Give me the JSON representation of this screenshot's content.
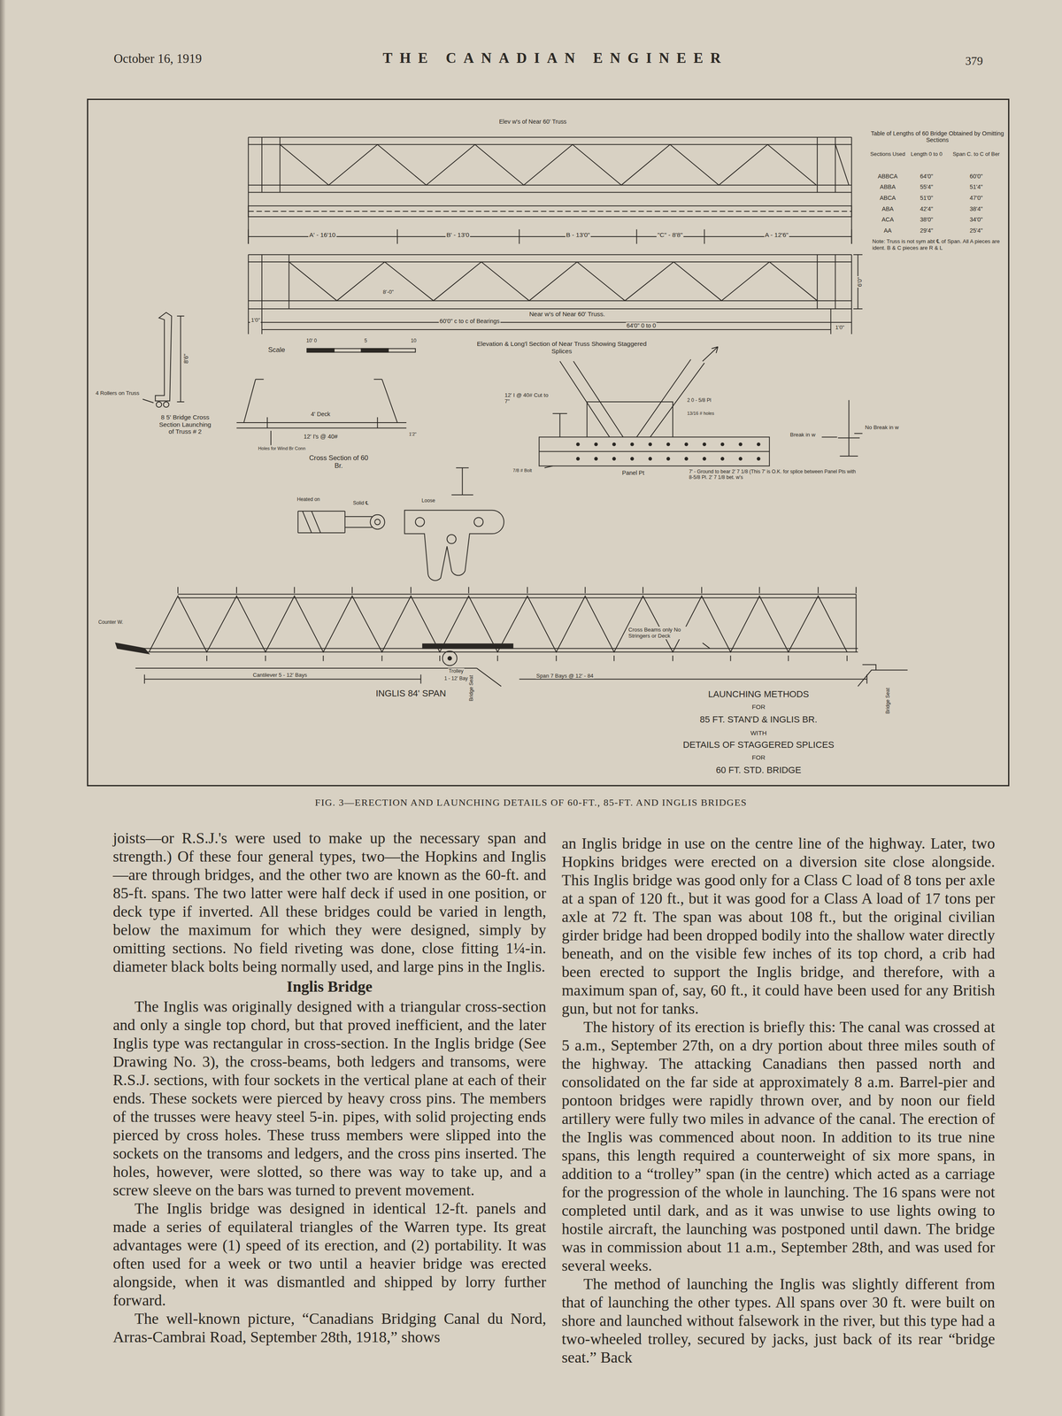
{
  "diagram": {
    "caption": "FIG. 3—ERECTION AND LAUNCHING DETAILS OF 60-FT., 85-FT. AND INGLIS BRIDGES",
    "labels": [
      "October 16, 1919",
      "THE CANADIAN ENGINEER",
      "379",
      "Elev w's of Near 60' Truss",
      "A' - 16'10",
      "B' - 13'0",
      "B - 13'0\"",
      "\"C\" - 8'8\"",
      "A - 12'6\"",
      "8'-0\"",
      "6'0\"",
      "Near w's of Near 60' Truss.",
      "1'0\"",
      "60'0\" c to c of Bearings",
      "64'0\" 0 to 0",
      "1'0\"",
      "Scale",
      "10' 0",
      "5",
      "10",
      "Elevation & Long'l Section of Near Truss Showing Staggered Splices",
      "Table of Lengths of 60 Bridge Obtained by Omitting Sections",
      "Sections Used",
      "Length 0 to 0",
      "Span C. to C of Ber",
      "ABBCA",
      "64'0\"",
      "60'0\"",
      "ABBA",
      "55'4\"",
      "51'4\"",
      "ABCA",
      "51'0\"",
      "47'0\"",
      "ABA",
      "42'4\"",
      "38'4\"",
      "ACA",
      "38'0\"",
      "34'0\"",
      "AA",
      "29'4\"",
      "25'4\"",
      "Note: Truss is not sym abt ℄ of Span. All A pieces are ident. B & C pieces are R & L",
      "8'6\"",
      "4 Rollers on Truss",
      "8 5' Bridge Cross Section Launching of Truss # 2",
      "4' Deck",
      "1'2\"",
      "12' I's @ 40#",
      "Holes for Wind Br Conn",
      "Cross Section of 60 Br.",
      "12' I @ 40# Cut to 7\"",
      "2 0 - 5/8 Pl",
      "13/16 # holes",
      "7/8 # Bolt",
      "Panel Pt",
      "7' - Ground to bear 2' 7 1/8 (This 7' is O.K. for splice between Panel Pts with 8-5/8 Pl. 2' 7 1/8 bet. w's",
      "Break in w",
      "No Break in w",
      "Heated on",
      "Solid ℄",
      "Loose",
      "Counter W.",
      "Cantilever 5 - 12' Bays",
      "Trolley",
      "1 - 12' Bay",
      "Bridge Seat",
      "Span 7 Bays @ 12' - 84",
      "Cross Beams only No Stringers or Deck",
      "INGLIS 84' SPAN",
      "Bridge Seat",
      "LAUNCHING METHODS",
      "FOR",
      "85 FT. STAN'D & INGLIS BR.",
      "WITH",
      "DETAILS OF STAGGERED SPLICES",
      "FOR",
      "60 FT. STD. BRIDGE",
      "joists—or R.S.J.'s were used to make up the necessary span and strength.) Of these four general types, two—the Hopkins and Inglis—are through bridges, and the other two are known as the 60-ft. and 85-ft. spans. The two latter were half deck if used in one position, or deck type if inverted. All these bridges could be varied in length, below the maximum for which they were designed, simply by omitting sections. No field riveting was done, close fitting 1¼-in. diameter black bolts being normally used, and large pins in the Inglis.",
      "Inglis Bridge",
      "The Inglis was originally designed with a triangular cross-section and only a single top chord, but that proved inefficient, and the later Inglis type was rectangular in cross-section. In the Inglis bridge (See Drawing No. 3), the cross-beams, both ledgers and transoms, were R.S.J. sections, with four sockets in the vertical plane at each of their ends. These sockets were pierced by heavy cross pins. The members of the trusses were heavy steel 5-in. pipes, with solid projecting ends pierced by cross holes. These truss members were slipped into the sockets on the transoms and ledgers, and the cross pins inserted. The holes, however, were slotted, so there was way to take up, and a screw sleeve on the bars was turned to prevent movement.",
      "The Inglis bridge was designed in identical 12-ft. panels and made a series of equilateral triangles of the Warren type. Its great advantages were (1) speed of its erection, and (2) portability. It was often used for a week or two until a heavier bridge was erected alongside, when it was dismantled and shipped by lorry further forward.",
      "The well-known picture, “Canadians Bridging Canal du Nord, Arras-Cambrai Road, September 28th, 1918,” shows",
      "an Inglis bridge in use on the centre line of the highway. Later, two Hopkins bridges were erected on a diversion site close alongside. This Inglis bridge was good only for a Class C load of 8 tons per axle at a span of 120 ft., but it was good for a Class A load of 17 tons per axle at 72 ft. The span was about 108 ft., but the original civilian girder bridge had been dropped bodily into the shallow water directly beneath, and on the visible few inches of its top chord, a crib had been erected to support the Inglis bridge, and therefore, with a maximum span of, say, 60 ft., it could have been used for any British gun, but not for tanks.",
      "The history of its erection is briefly this: The canal was crossed at 5 a.m., September 27th, on a dry portion about three miles south of the highway. The attacking Canadians then passed north and consolidated on the far side at approximately 8 a.m. Barrel-pier and pontoon bridges were rapidly thrown over, and by noon our field artillery were fully two miles in advance of the canal. The erection of the Inglis was commenced about noon. In addition to its true nine spans, this length required a counterweight of six more spans, in addition to a “trolley” span (in the centre) which acted as a carriage for the progression of the whole in launching. The 16 spans were not completed until dark, and as it was unwise to use lights owing to hostile aircraft, the launching was postponed until dawn. The bridge was in commission about 11 a.m., September 28th, and was used for several weeks.",
      "The method of launching the Inglis was slightly different from that of launching the other types. All spans over 30 ft. were built on shore and launched without falsework in the river, but this type had a two-wheeled trolley, secured by jacks, just back of its rear “bridge seat.” Back"
    ]
  }
}
